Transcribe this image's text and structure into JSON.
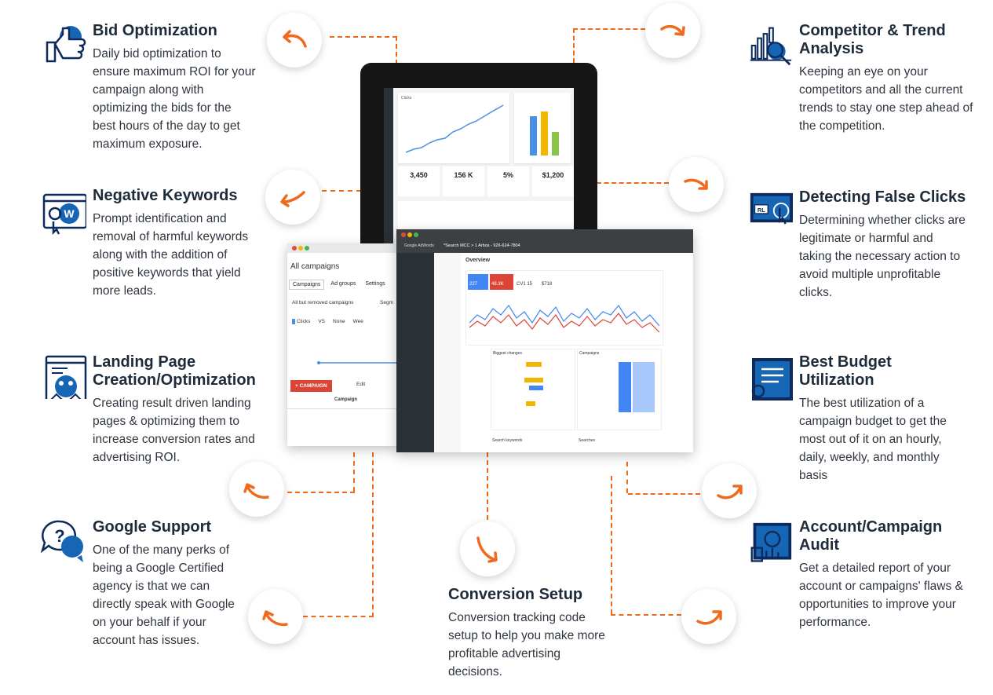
{
  "features": {
    "bid": {
      "title": "Bid Optimization",
      "desc": "Daily bid optimization to ensure maximum ROI for your campaign along with optimizing the bids for the best hours of the day to get maximum exposure.",
      "icon": "thumbs-up-icon"
    },
    "negative": {
      "title": "Negative Keywords",
      "desc": "Prompt identification and removal of harmful keywords along with the addition of positive keywords that yield more leads.",
      "icon": "www-search-icon"
    },
    "landing": {
      "title": "Landing Page Creation/Optimization",
      "desc": "Creating result driven landing pages & optimizing them to increase conversion rates and advertising ROI.",
      "icon": "landing-page-icon"
    },
    "support": {
      "title": "Google Support",
      "desc": "One of the many perks of being a Google Certified agency is that we can directly speak with Google on your behalf if your account has issues.",
      "icon": "question-chat-icon"
    },
    "conversion": {
      "title": "Conversion Setup",
      "desc": "Conversion tracking code setup to help you make more profitable advertising decisions."
    },
    "competitor": {
      "title": "Competitor & Trend Analysis",
      "desc": "Keeping an eye on your competitors and all the current trends to stay one step ahead of the competition.",
      "icon": "trend-analysis-icon"
    },
    "false_clicks": {
      "title": "Detecting False Clicks",
      "desc": "Determining whether clicks are legitimate or harmful and taking the necessary action to avoid multiple unprofitable clicks.",
      "icon": "click-detect-icon"
    },
    "budget": {
      "title": "Best Budget Utilization",
      "desc": "The best utilization of a campaign budget to get the most out of it on an hourly, daily, weekly, and monthly basis",
      "icon": "budget-report-icon"
    },
    "audit": {
      "title": "Account/Campaign Audit",
      "desc": "Get a detailed report of your account or campaigns' flaws & opportunities to improve your performance.",
      "icon": "audit-icon"
    }
  },
  "colors": {
    "accent": "#ef6a1d",
    "icon_blue": "#1766b5",
    "icon_navy": "#0d2a5c",
    "heading": "#1e2b3a"
  },
  "mockup": {
    "tablet": {
      "clicks_label": "Clicks",
      "stats": [
        "3,450",
        "156 K",
        "5%",
        "$1,200"
      ]
    },
    "adwords_left": {
      "heading": "All campaigns",
      "tabs": [
        "Campaigns",
        "Ad groups",
        "Settings"
      ],
      "filter": "All but removed campaigns",
      "segment": "Segm",
      "metric": "Clicks",
      "vs": "VS",
      "none": "None",
      "week": "Wee",
      "campaign_btn": "+ CAMPAIGN",
      "edit_btn": "Edit",
      "col_campaign": "Campaign"
    },
    "adwords_right": {
      "brand": "Google AdWords",
      "account": "*Search MCC  >  1 Arbos - 926-624-7804",
      "overview": "Overview",
      "kpis": [
        "227",
        "48.3K",
        "CV1 15",
        "$718"
      ],
      "panel_changes": "Biggest changes",
      "panel_campaigns": "Campaigns",
      "panel_keywords": "Search keywords",
      "panel_searches": "Searches"
    }
  }
}
